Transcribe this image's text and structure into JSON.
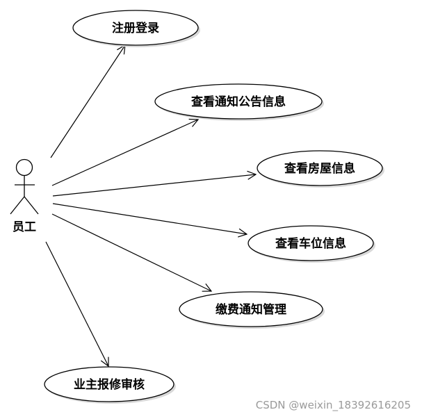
{
  "actor": {
    "name": "员工"
  },
  "use_cases": [
    {
      "label": "注册登录"
    },
    {
      "label": "查看通知公告信息"
    },
    {
      "label": "查看房屋信息"
    },
    {
      "label": "查看车位信息"
    },
    {
      "label": "缴费通知管理"
    },
    {
      "label": "业主报修审核"
    }
  ],
  "watermark": "CSDN @weixin_18392616205"
}
